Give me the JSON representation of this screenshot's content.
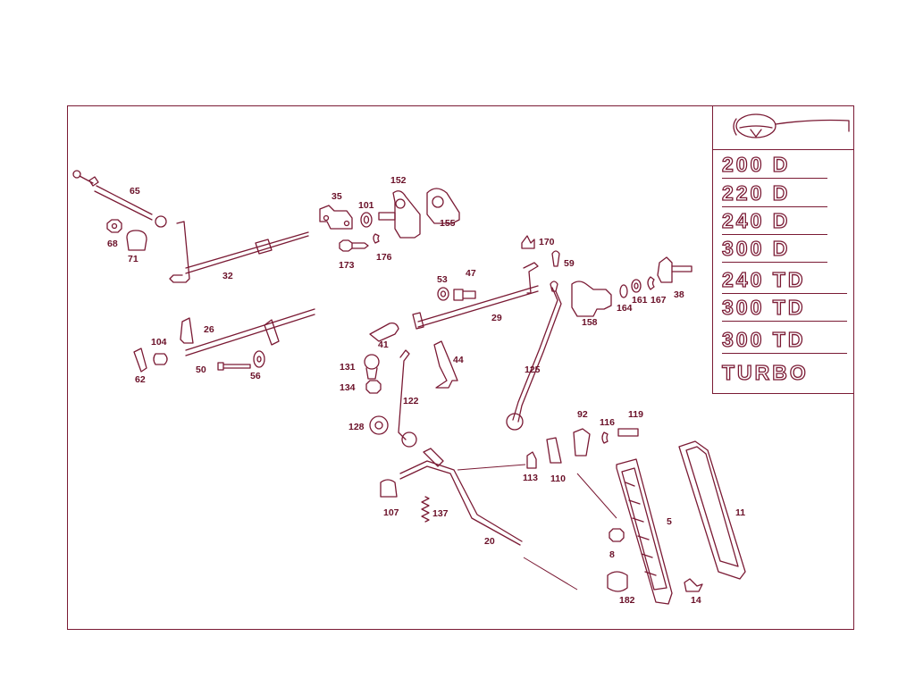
{
  "callouts": [
    "65",
    "68",
    "71",
    "32",
    "35",
    "101",
    "152",
    "155",
    "173",
    "176",
    "170",
    "59",
    "53",
    "47",
    "38",
    "158",
    "164",
    "161",
    "167",
    "29",
    "26",
    "104",
    "62",
    "50",
    "56",
    "41",
    "131",
    "134",
    "44",
    "125",
    "122",
    "128",
    "92",
    "116",
    "119",
    "113",
    "110",
    "107",
    "137",
    "20",
    "5",
    "11",
    "8",
    "182",
    "14"
  ],
  "model_badges": [
    "200 D",
    "220 D",
    "240 D",
    "300 D",
    "240 TD",
    "300 TD",
    "300 TD",
    "TURBO"
  ],
  "colors": {
    "line": "#7a1a34",
    "text": "#6a1028"
  },
  "icons": {
    "logo": "steering-wheel-logo-icon"
  }
}
